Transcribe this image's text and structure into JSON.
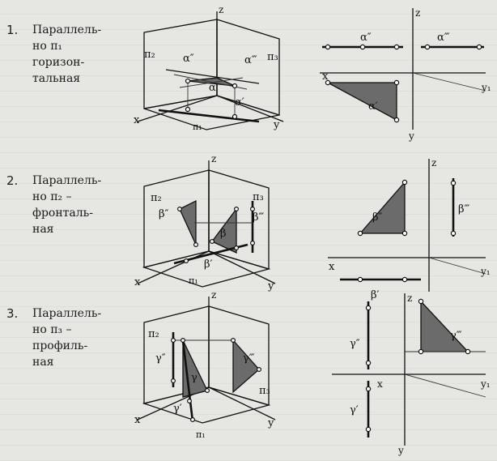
{
  "items": [
    {
      "num": "1.",
      "line1": "Параллель-",
      "line2": "но π₁",
      "line3": "горизон-",
      "line4": "тальная"
    },
    {
      "num": "2.",
      "line1": "Параллель-",
      "line2": "но π₂ –",
      "line3": "фронталь-",
      "line4": "ная"
    },
    {
      "num": "3.",
      "line1": "Параллель-",
      "line2": "но π₃ –",
      "line3": "профиль-",
      "line4": "ная"
    }
  ],
  "axes": {
    "x": "x",
    "y": "y",
    "z": "z",
    "y1": "y₁"
  },
  "planes": {
    "p1": "π₁",
    "p2": "π₂",
    "p3": "π₃"
  },
  "labels1": {
    "a2": "α″",
    "a3": "α‴",
    "a": "α",
    "a1": "α′"
  },
  "labels2": {
    "b2": "β″",
    "b3": "β‴",
    "b": "β",
    "b1": "β′"
  },
  "labels3": {
    "g2": "γ″",
    "g3": "γ‴",
    "g": "γ",
    "g1": "γ′"
  }
}
